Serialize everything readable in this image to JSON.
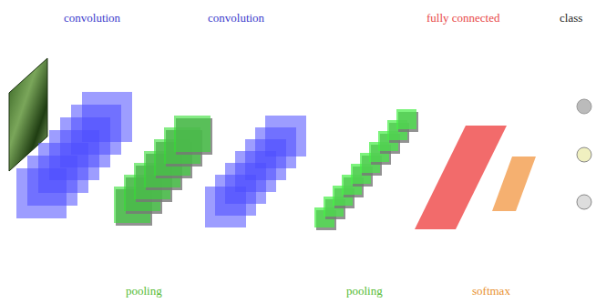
{
  "diagram": {
    "labels": [
      "convolution",
      "convolution",
      "fully connected",
      "class",
      "pooling",
      "pooling",
      "softmax"
    ]
  }
}
